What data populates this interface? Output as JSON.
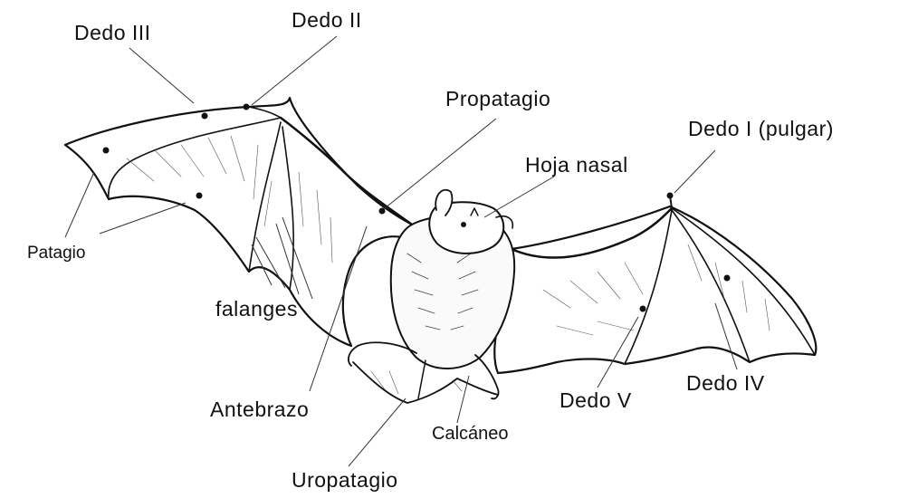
{
  "labels": {
    "dedo_iii": "Dedo III",
    "dedo_ii": "Dedo II",
    "propatagio": "Propatagio",
    "dedo_i": "Dedo I (pulgar)",
    "hoja_nasal": "Hoja nasal",
    "patagio": "Patagio",
    "falanges": "falanges",
    "antebrazo": "Antebrazo",
    "calcaneo": "Calcáneo",
    "uropatagio": "Uropatagio",
    "dedo_v": "Dedo V",
    "dedo_iv": "Dedo IV"
  },
  "colors": {
    "ink": "#111111",
    "background": "#ffffff"
  }
}
